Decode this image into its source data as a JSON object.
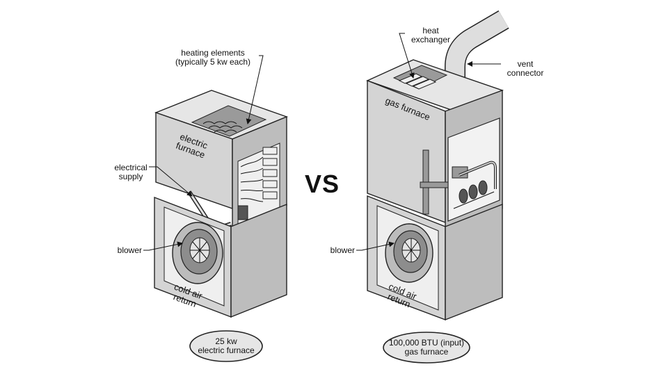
{
  "comparison_label": "VS",
  "electric": {
    "heating_elements_line1": "heating elements",
    "heating_elements_line2": "(typically 5 kw each)",
    "unit_name_line1": "electric",
    "unit_name_line2": "furnace",
    "electrical_supply_line1": "electrical",
    "electrical_supply_line2": "supply",
    "blower": "blower",
    "return_line1": "cold air",
    "return_line2": "return",
    "caption_line1": "25 kw",
    "caption_line2": "electric furnace"
  },
  "gas": {
    "heat_exchanger_line1": "heat",
    "heat_exchanger_line2": "exchanger",
    "vent_line1": "vent",
    "vent_line2": "connector",
    "unit_name": "gas furnace",
    "blower": "blower",
    "return_line1": "cold air",
    "return_line2": "return",
    "caption_line1": "100,000 BTU (input)",
    "caption_line2": "gas furnace"
  }
}
